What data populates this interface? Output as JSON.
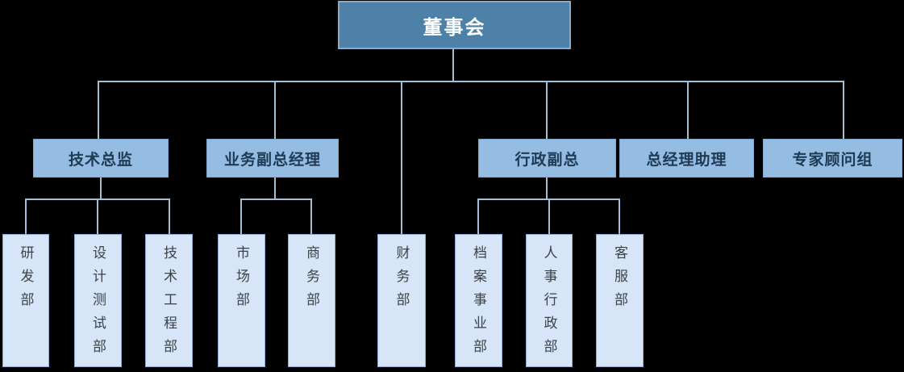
{
  "diagram": {
    "type": "org-chart",
    "root": {
      "label": "董事会"
    },
    "managers": [
      {
        "label": "技术总监",
        "parent": "董事会"
      },
      {
        "label": "业务副总经理",
        "parent": "董事会"
      },
      {
        "label": "行政副总",
        "parent": "董事会"
      },
      {
        "label": "总经理助理",
        "parent": "董事会"
      },
      {
        "label": "专家顾问组",
        "parent": "董事会"
      }
    ],
    "departments": [
      {
        "label": "研发部",
        "parent": "技术总监"
      },
      {
        "label": "设计测试部",
        "parent": "技术总监"
      },
      {
        "label": "技术工程部",
        "parent": "技术总监"
      },
      {
        "label": "市场部",
        "parent": "业务副总经理"
      },
      {
        "label": "商务部",
        "parent": "业务副总经理"
      },
      {
        "label": "财务部",
        "parent": "董事会"
      },
      {
        "label": "档案事业部",
        "parent": "行政副总"
      },
      {
        "label": "人事行政部",
        "parent": "行政副总"
      },
      {
        "label": "客服部",
        "parent": "行政副总"
      }
    ],
    "colors": {
      "background": "#000000",
      "root_fill": "#4E81A8",
      "root_border": "#86ABCB",
      "root_text": "#FFFFFF",
      "manager_fill": "#95BCE2",
      "manager_border": "#7FA8D0",
      "manager_text": "#1F3A52",
      "department_fill": "#D6E5F7",
      "department_border": "#8FABD4",
      "department_text": "#3C4248",
      "connector": "#A3BFDC"
    }
  }
}
